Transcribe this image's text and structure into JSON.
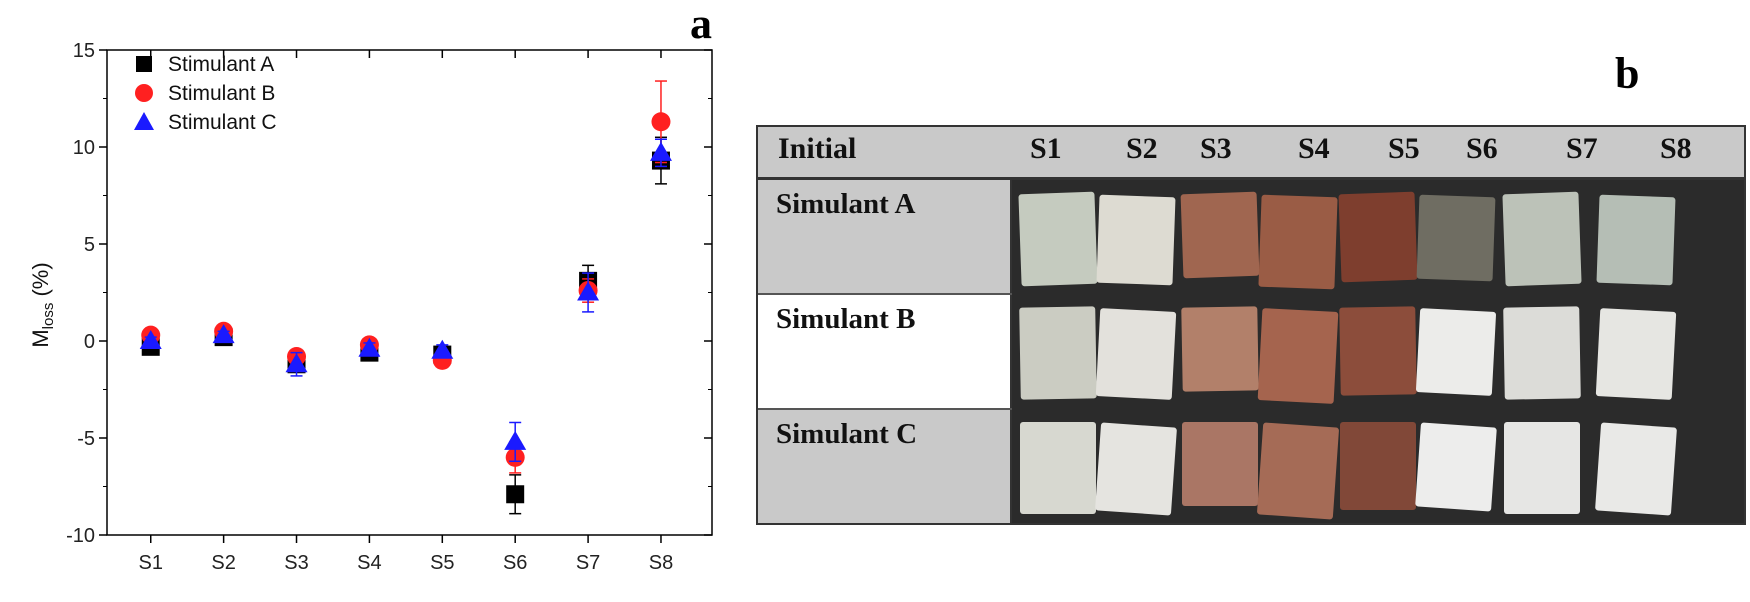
{
  "chart_data": {
    "type": "scatter",
    "panel_label": "a",
    "ylabel_main": "M",
    "ylabel_sub": "loss",
    "ylabel_unit": " (%)",
    "categories": [
      "S1",
      "S2",
      "S3",
      "S4",
      "S5",
      "S6",
      "S7",
      "S8"
    ],
    "ylim": [
      -10,
      15
    ],
    "yticks": [
      -10,
      -5,
      0,
      5,
      10,
      15
    ],
    "legend_position": "top-left",
    "series": [
      {
        "name": "Stimulant A",
        "marker": "square",
        "color": "#000000",
        "values": [
          -0.3,
          0.2,
          -1.2,
          -0.6,
          -0.7,
          -7.9,
          3.1,
          9.3
        ],
        "errors": [
          0.2,
          0.2,
          0.4,
          0.3,
          0.4,
          1.0,
          0.8,
          1.2
        ]
      },
      {
        "name": "Stimulant B",
        "marker": "circle",
        "color": "#ff2020",
        "values": [
          0.3,
          0.5,
          -0.8,
          -0.2,
          -1.0,
          -6.0,
          2.6,
          11.3
        ],
        "errors": [
          0.2,
          0.2,
          0.3,
          0.3,
          0.3,
          0.8,
          0.6,
          2.1
        ]
      },
      {
        "name": "Stimulant C",
        "marker": "triangle",
        "color": "#1a1aff",
        "values": [
          0.0,
          0.3,
          -1.2,
          -0.4,
          -0.5,
          -5.2,
          2.5,
          9.7
        ],
        "errors": [
          0.2,
          0.2,
          0.6,
          0.3,
          0.3,
          1.0,
          1.0,
          0.7
        ]
      }
    ]
  },
  "photo_panel": {
    "panel_label": "b",
    "header": [
      "Initial",
      "S1",
      "S2",
      "S3",
      "S4",
      "S5",
      "S6",
      "S7",
      "S8"
    ],
    "rows": [
      "Simulant A",
      "Simulant B",
      "Simulant C"
    ],
    "sample_colors": [
      [
        "#c5cbbf",
        "#dddbd2",
        "#a06650",
        "#9a5c45",
        "#7e3e2e",
        "#6f6d62",
        "#bcc2b8",
        "#b5beb5"
      ],
      [
        "#cbccc2",
        "#e3e1dc",
        "#b2806a",
        "#a5644e",
        "#8c4d3b",
        "#ececea",
        "#dcdcd8",
        "#e6e6e2"
      ],
      [
        "#d7d8d0",
        "#e5e4e0",
        "#aa7665",
        "#a56b56",
        "#814838",
        "#ededec",
        "#e6e6e4",
        "#e9e9e7"
      ]
    ]
  }
}
